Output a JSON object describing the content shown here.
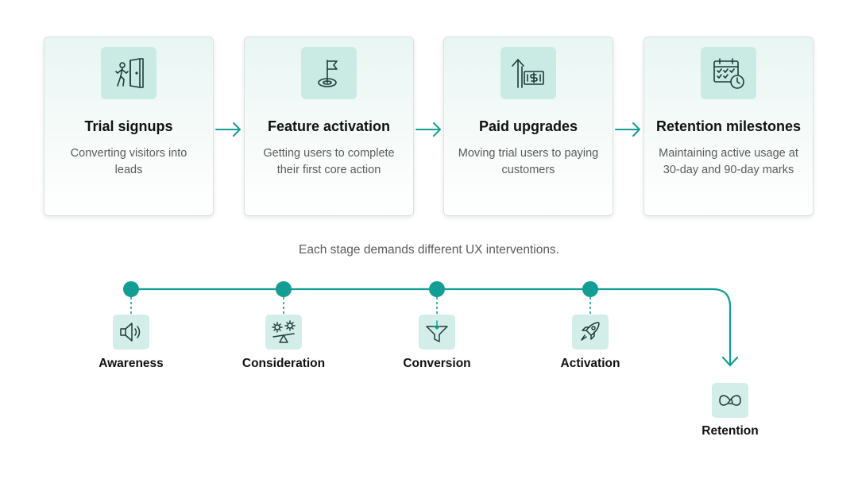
{
  "colors": {
    "accent": "#139e94",
    "icon_bg": "#c9ebe4",
    "card_top": "#e9f6f3"
  },
  "cards": [
    {
      "title": "Trial signups",
      "description": "Converting visitors into leads",
      "icon": "person-exit-door-icon"
    },
    {
      "title": "Feature activation",
      "description": "Getting users to complete their first core action",
      "icon": "flag-target-icon"
    },
    {
      "title": "Paid upgrades",
      "description": "Moving trial users to paying customers",
      "icon": "arrow-up-dollar-icon"
    },
    {
      "title": "Retention milestones",
      "description": "Maintaining active usage at 30-day and 90-day marks",
      "icon": "calendar-clock-icon"
    }
  ],
  "caption": "Each stage demands different UX interventions.",
  "stages": [
    {
      "label": "Awareness",
      "icon": "megaphone-icon"
    },
    {
      "label": "Consideration",
      "icon": "gears-balance-icon"
    },
    {
      "label": "Conversion",
      "icon": "funnel-icon"
    },
    {
      "label": "Activation",
      "icon": "rocket-icon"
    },
    {
      "label": "Retention",
      "icon": "loop-icon"
    }
  ]
}
